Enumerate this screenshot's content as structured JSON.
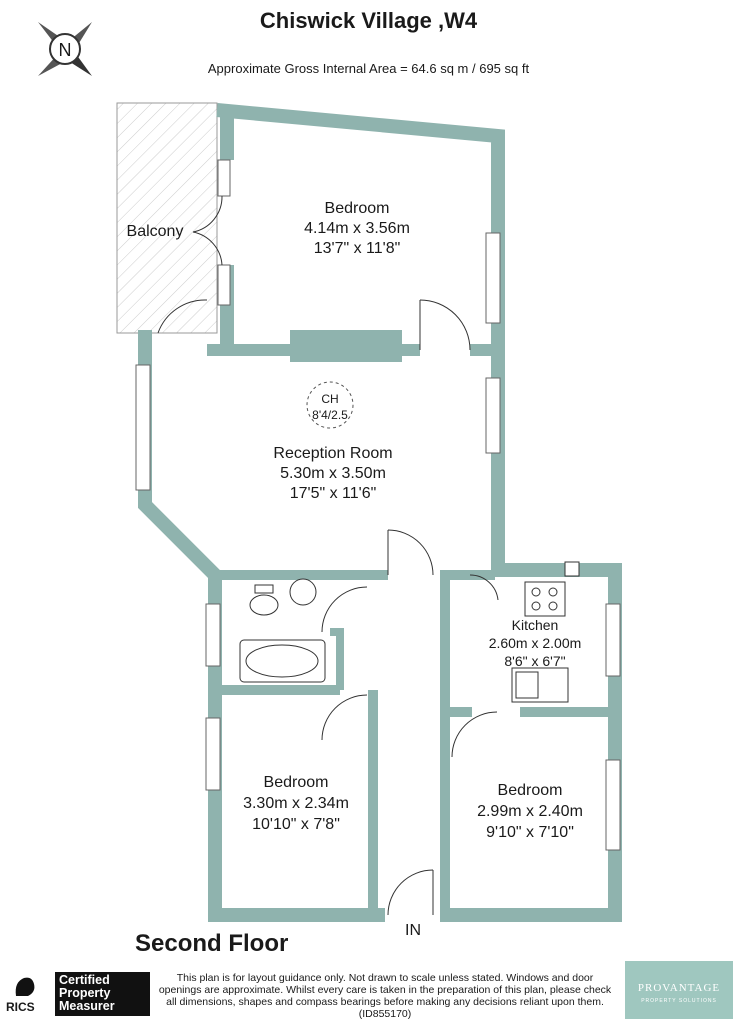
{
  "title": "Chiswick Village ,W4",
  "area": "Approximate Gross Internal Area = 64.6 sq m / 695 sq ft",
  "compass": "N",
  "rooms": {
    "bedroom1": {
      "name": "Bedroom",
      "metric": "4.14m x 3.56m",
      "imperial": "13'7\" x 11'8\""
    },
    "balcony": {
      "name": "Balcony"
    },
    "ceiling": {
      "label": "CH",
      "value": "8'4/2.5"
    },
    "reception": {
      "name": "Reception Room",
      "metric": "5.30m x 3.50m",
      "imperial": "17'5\" x 11'6\""
    },
    "kitchen": {
      "name": "Kitchen",
      "metric": "2.60m x 2.00m",
      "imperial": "8'6\" x 6'7\""
    },
    "bedroom2": {
      "name": "Bedroom",
      "metric": "3.30m x 2.34m",
      "imperial": "10'10\" x 7'8\""
    },
    "bedroom3": {
      "name": "Bedroom",
      "metric": "2.99m x 2.40m",
      "imperial": "9'10\" x 7'10\""
    }
  },
  "entrance": "IN",
  "floor_label": "Second Floor",
  "disclaimer": "This plan is for layout guidance only. Not drawn to scale unless stated. Windows and door openings are approximate. Whilst every care is taken in the preparation of this plan, please check all dimensions, shapes and compass bearings before making any decisions reliant upon them. (ID855170)",
  "certified": {
    "line1": "Certified",
    "line2": "Property",
    "line3": "Measurer"
  },
  "rics": "RICS",
  "brand": {
    "name": "PROVANTAGE",
    "tagline": "PROPERTY SOLUTIONS"
  },
  "colors": {
    "wall": "#8fb3ae",
    "fixture_stroke": "#333333"
  }
}
